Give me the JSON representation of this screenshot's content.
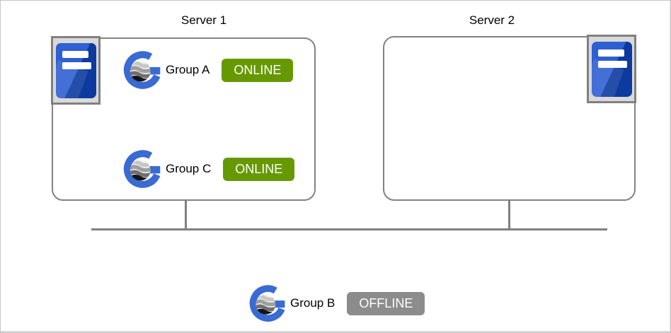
{
  "servers": [
    {
      "label": "Server 1",
      "groups": [
        {
          "name": "Group A",
          "status": "ONLINE"
        },
        {
          "name": "Group C",
          "status": "ONLINE"
        }
      ]
    },
    {
      "label": "Server 2",
      "groups": []
    }
  ],
  "standalone_group": {
    "name": "Group B",
    "status": "OFFLINE"
  },
  "icons": {
    "server_icon": "server-tower-icon",
    "group_icon": "replication-group-globe-icon"
  },
  "colors": {
    "status_online_green": "#669900",
    "status_offline_gray": "#8c8c8c",
    "connector_gray": "#808080",
    "box_border_gray": "#828282",
    "server_icon_blue_light": "#2e5fd3",
    "server_icon_blue_dark": "#0c3a9e",
    "server_icon_frame_gray": "#d9d9d9",
    "group_icon_blue": "#3a6bd3"
  }
}
